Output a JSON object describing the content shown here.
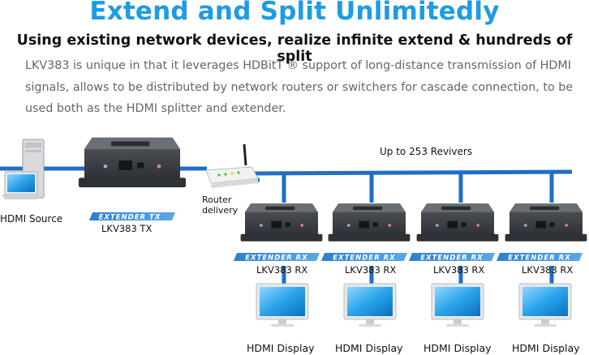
{
  "header": {
    "title": "Extend and Split Unlimitedly",
    "subtitle": "Using existing network devices, realize infinite extend & hundreds of split",
    "description": "LKV383 is unique in that it leverages HDBitT ® support of long-distance transmission of HDMI signals, allows to be distributed by network routers or switchers for cascade connection, to be used both as the HDMI splitter and extender."
  },
  "diagram": {
    "source_label": "HDMI Source",
    "transmitter_label": "LKV383 TX",
    "transmitter_tag": "EXTENDER TX",
    "router_label": "Router delivery",
    "receivers_caption": "Up to 253 Revivers",
    "receiver_tag": "EXTENDER RX",
    "receivers": [
      {
        "label": "LKV383 RX",
        "display_label": "HDMI Display"
      },
      {
        "label": "LKV383 RX",
        "display_label": "HDMI Display"
      },
      {
        "label": "LKV383 RX",
        "display_label": "HDMI Display"
      },
      {
        "label": "LKV383 RX",
        "display_label": "HDMI Display"
      }
    ],
    "colors": {
      "cable": "#1f6fc4",
      "title_blue": "#1e9be2",
      "device_body": "#3a3d42",
      "tag_blue": "#3d8fd6"
    },
    "icons": [
      "pc-tower-icon",
      "laptop-icon",
      "router-icon",
      "extender-device-icon",
      "monitor-icon"
    ]
  }
}
